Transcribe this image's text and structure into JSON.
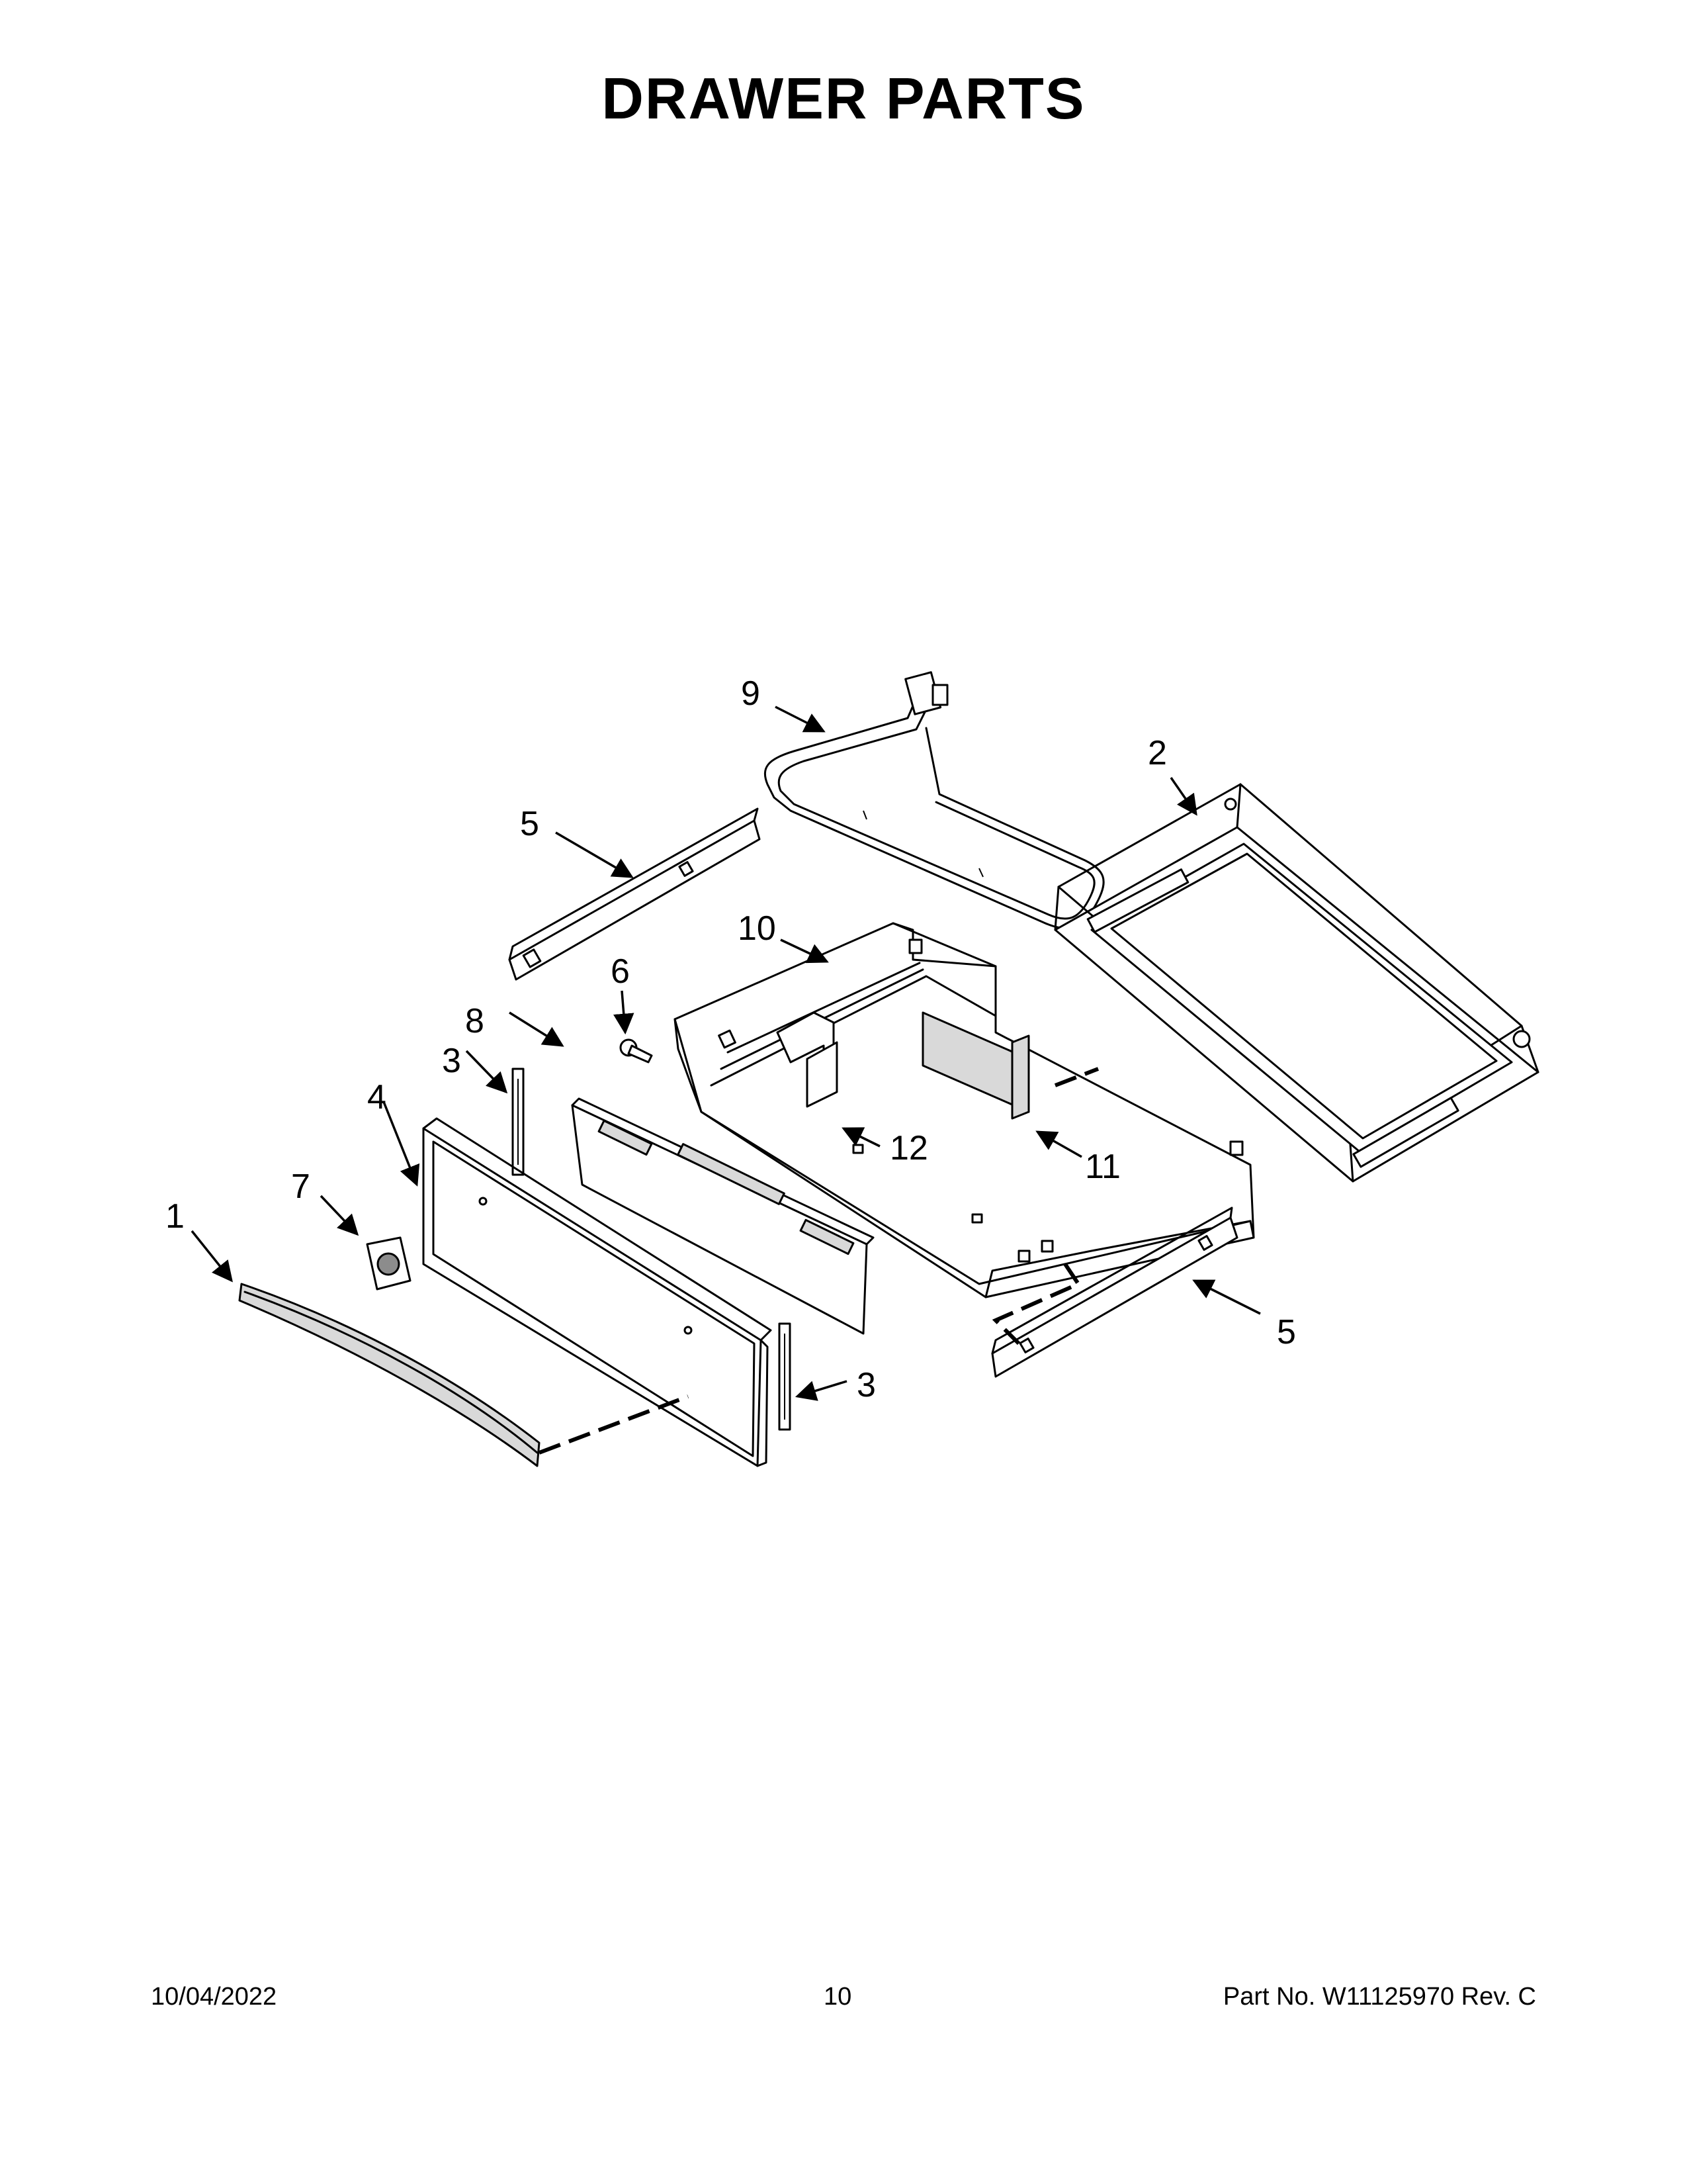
{
  "title": "DRAWER PARTS",
  "callouts": [
    "1",
    "2",
    "3",
    "3",
    "4",
    "5",
    "5",
    "6",
    "7",
    "8",
    "9",
    "10",
    "11",
    "12"
  ],
  "footer": {
    "date": "10/04/2022",
    "page": "10",
    "part_number": "Part No.  W11125970  Rev.  C"
  },
  "colors": {
    "ink": "#000000",
    "paper": "#ffffff",
    "shade": "#d9d9d9"
  }
}
